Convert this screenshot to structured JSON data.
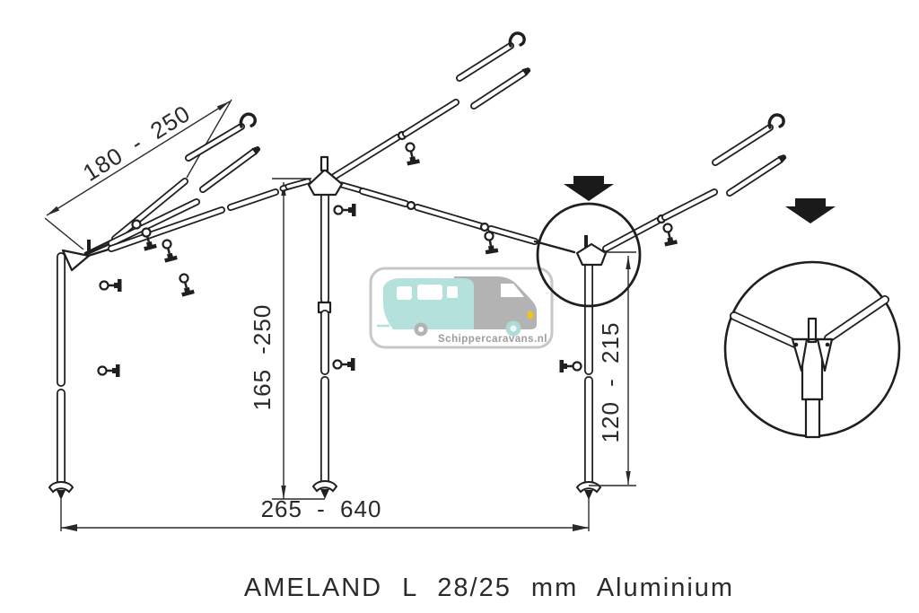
{
  "title": "AMELAND L 28/25 mm Aluminium",
  "dimensions": {
    "rafter_length": "180 - 250",
    "center_pole_height": "165 -250",
    "corner_pole_height": "120 - 215",
    "frame_width": "265 - 640"
  },
  "watermark": {
    "text": "Schippercaravans.nl"
  },
  "colors": {
    "line": "#1f1f1f",
    "caravan_teal": "#b5e1dd",
    "motorhome_gray": "#b3b3b3",
    "headlight_yellow": "#f0c419",
    "watermark_border": "#c7c7c7",
    "watermark_text": "#9d9d9d"
  }
}
